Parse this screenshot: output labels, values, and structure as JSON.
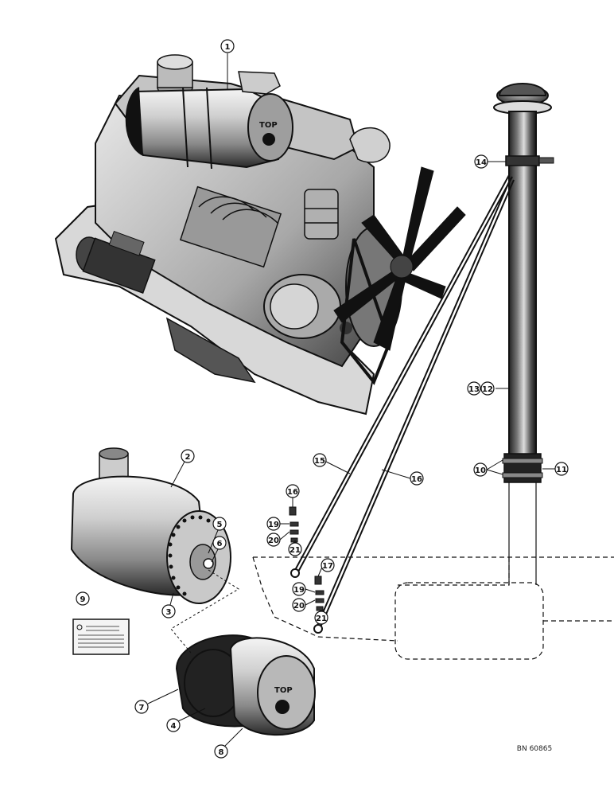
{
  "callouts": {
    "c1": "1",
    "c2": "2",
    "c3": "3",
    "c4": "4",
    "c5": "5",
    "c6": "6",
    "c7": "7",
    "c8": "8",
    "c9": "9",
    "c10": "10",
    "c11": "11",
    "c12": "12",
    "c13": "13",
    "c14": "14",
    "c15": "15",
    "c16a": "16",
    "c16b": "16",
    "c17": "17",
    "c19a": "19",
    "c19b": "19",
    "c20a": "20",
    "c20b": "20",
    "c21a": "21",
    "c21b": "21"
  },
  "drawing_code": "BN 60865",
  "embossed": {
    "top1": "TOP",
    "top2": "TOP"
  },
  "colors": {
    "ink": "#111111",
    "paper": "#ffffff",
    "grey": "#bdbdbd"
  }
}
